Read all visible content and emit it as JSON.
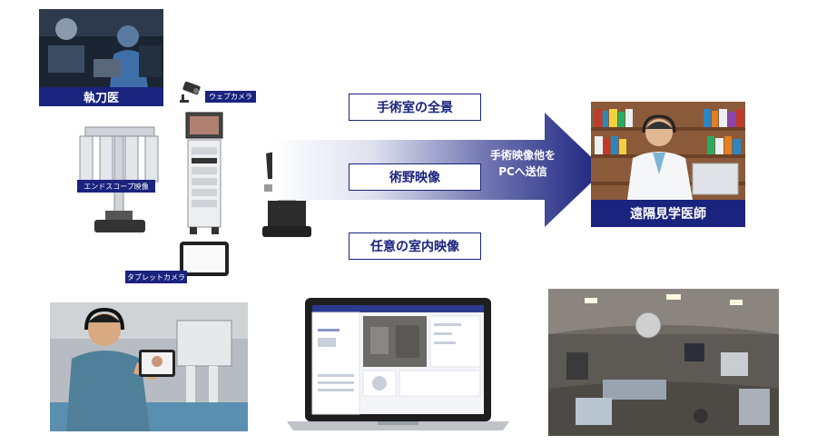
{
  "labels": {
    "surgeon": "執刀医",
    "webcam": "ウェブカメラ",
    "endoscope": "エンドスコープ映像",
    "tablet_camera": "タブレットカメラ",
    "remote_doctor": "遠隔見学医師"
  },
  "streams": {
    "overview": "手術室の全景",
    "field": "術野映像",
    "room": "任意の室内映像"
  },
  "arrow_text": {
    "line1": "手術映像他を",
    "line2": "PCへ送信"
  },
  "colors": {
    "navy": "#1a237e",
    "arrow_start": "#ffffff",
    "arrow_end": "#1a237e"
  }
}
